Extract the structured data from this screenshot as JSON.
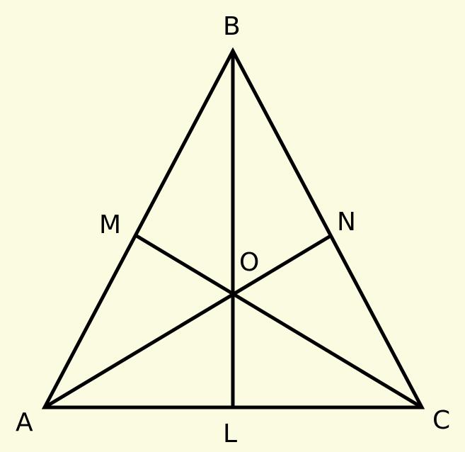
{
  "colors": {
    "background": "#fbfbe1",
    "stroke": "#000000"
  },
  "labels": {
    "A": "A",
    "B": "B",
    "C": "C",
    "L": "L",
    "M": "M",
    "N": "N",
    "O": "O"
  }
}
